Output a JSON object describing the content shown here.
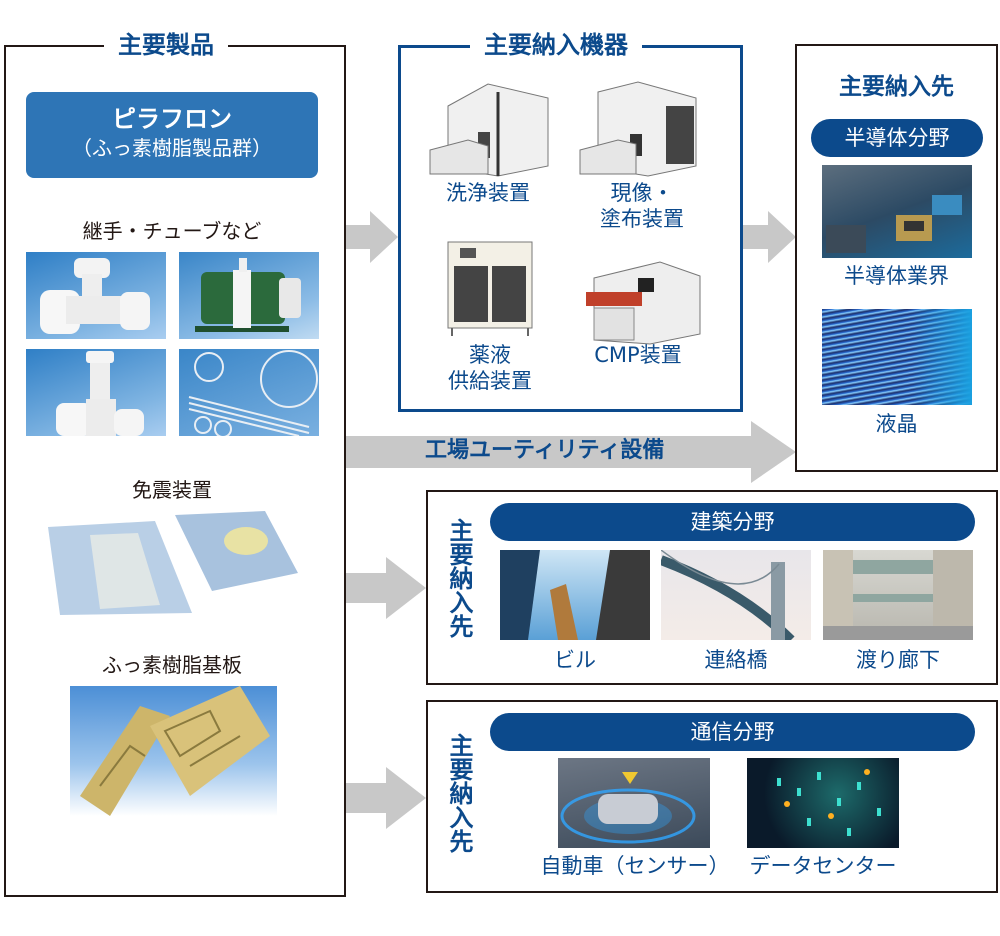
{
  "products": {
    "title": "主要製品",
    "brand_box": {
      "name": "ピラフロン",
      "subtitle": "（ふっ素樹脂製品群）"
    },
    "groups": [
      {
        "label": "継手・チューブなど",
        "images": [
          "fitting-tee",
          "pump",
          "valve",
          "tubes"
        ]
      },
      {
        "label": "免震装置",
        "images": [
          "seismic-isolation-plates"
        ]
      },
      {
        "label": "ふっ素樹脂基板",
        "images": [
          "circuit-board"
        ]
      }
    ]
  },
  "equipment": {
    "title": "主要納入機器",
    "items": [
      {
        "label_line1": "洗浄装置",
        "label_line2": ""
      },
      {
        "label_line1": "現像・",
        "label_line2": "塗布装置"
      },
      {
        "label_line1": "薬液",
        "label_line2": "供給装置"
      },
      {
        "label_line1": "CMP装置",
        "label_line2": ""
      }
    ]
  },
  "utility_arrow": {
    "label": "工場ユーティリティ設備"
  },
  "semiconductor": {
    "title": "主要納入先",
    "field": "半導体分野",
    "items": [
      {
        "label": "半導体業界"
      },
      {
        "label": "液晶"
      }
    ]
  },
  "construction": {
    "side_label": "主要納入先",
    "field": "建築分野",
    "items": [
      {
        "label": "ビル"
      },
      {
        "label": "連絡橋"
      },
      {
        "label": "渡り廊下"
      }
    ]
  },
  "telecom": {
    "side_label": "主要納入先",
    "field": "通信分野",
    "items": [
      {
        "label": "自動車（センサー）"
      },
      {
        "label": "データセンター"
      }
    ]
  },
  "colors": {
    "brand_blue": "#0c4a8c",
    "box_blue": "#2e75b6",
    "arrow_gray": "#c8c8c8",
    "border_dark": "#231815"
  }
}
